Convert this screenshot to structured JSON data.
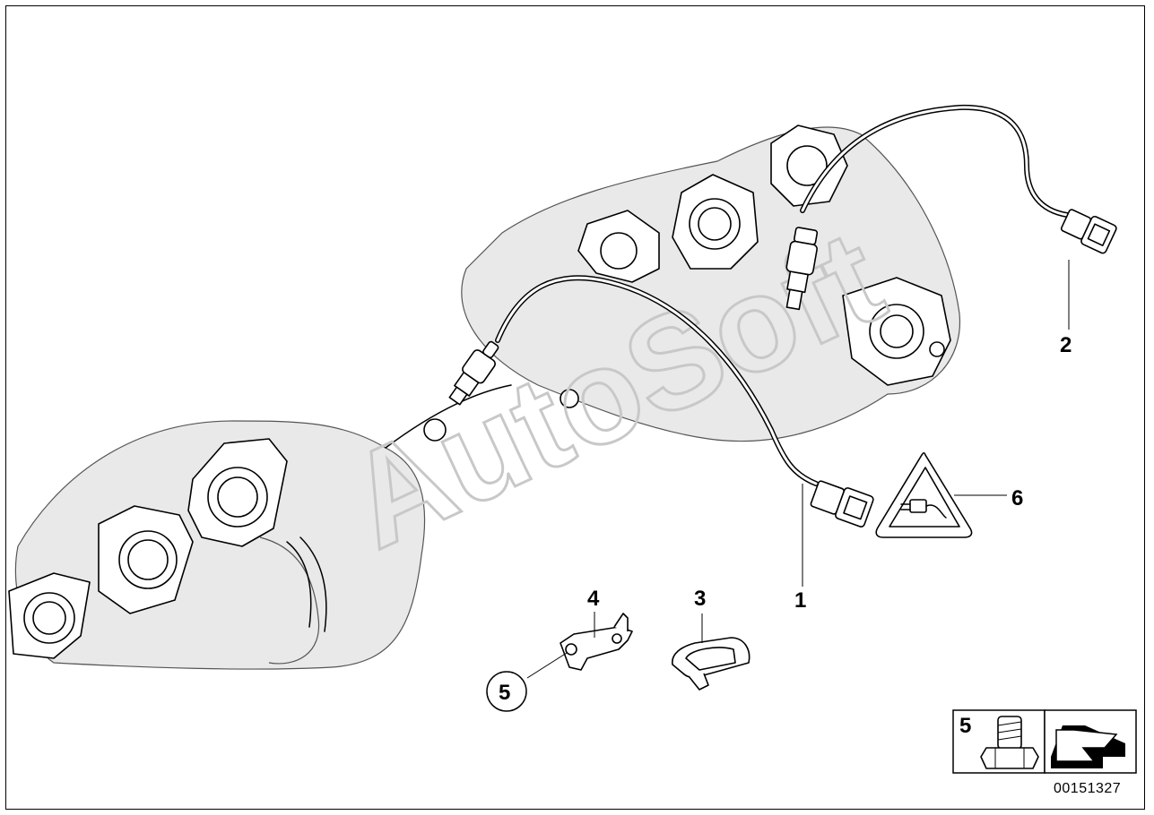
{
  "diagram": {
    "callouts": [
      {
        "id": "1",
        "label": "1"
      },
      {
        "id": "2",
        "label": "2"
      },
      {
        "id": "3",
        "label": "3"
      },
      {
        "id": "4",
        "label": "4"
      },
      {
        "id": "5",
        "label": "5"
      },
      {
        "id": "6",
        "label": "6"
      }
    ],
    "circled_callout": "5",
    "legend_box_label": "5",
    "reference_number": "00151327",
    "watermark": "AutoSoft"
  },
  "colors": {
    "line": "#000000",
    "shade": "#e9e9e9",
    "watermark": "#c8c8c8",
    "background": "#ffffff"
  },
  "icons": [
    "exhaust-manifold-icon",
    "oxygen-sensor-icon",
    "cable-clip-icon",
    "bracket-icon",
    "bolt-icon",
    "connector-warning-icon",
    "arrow-icon"
  ]
}
